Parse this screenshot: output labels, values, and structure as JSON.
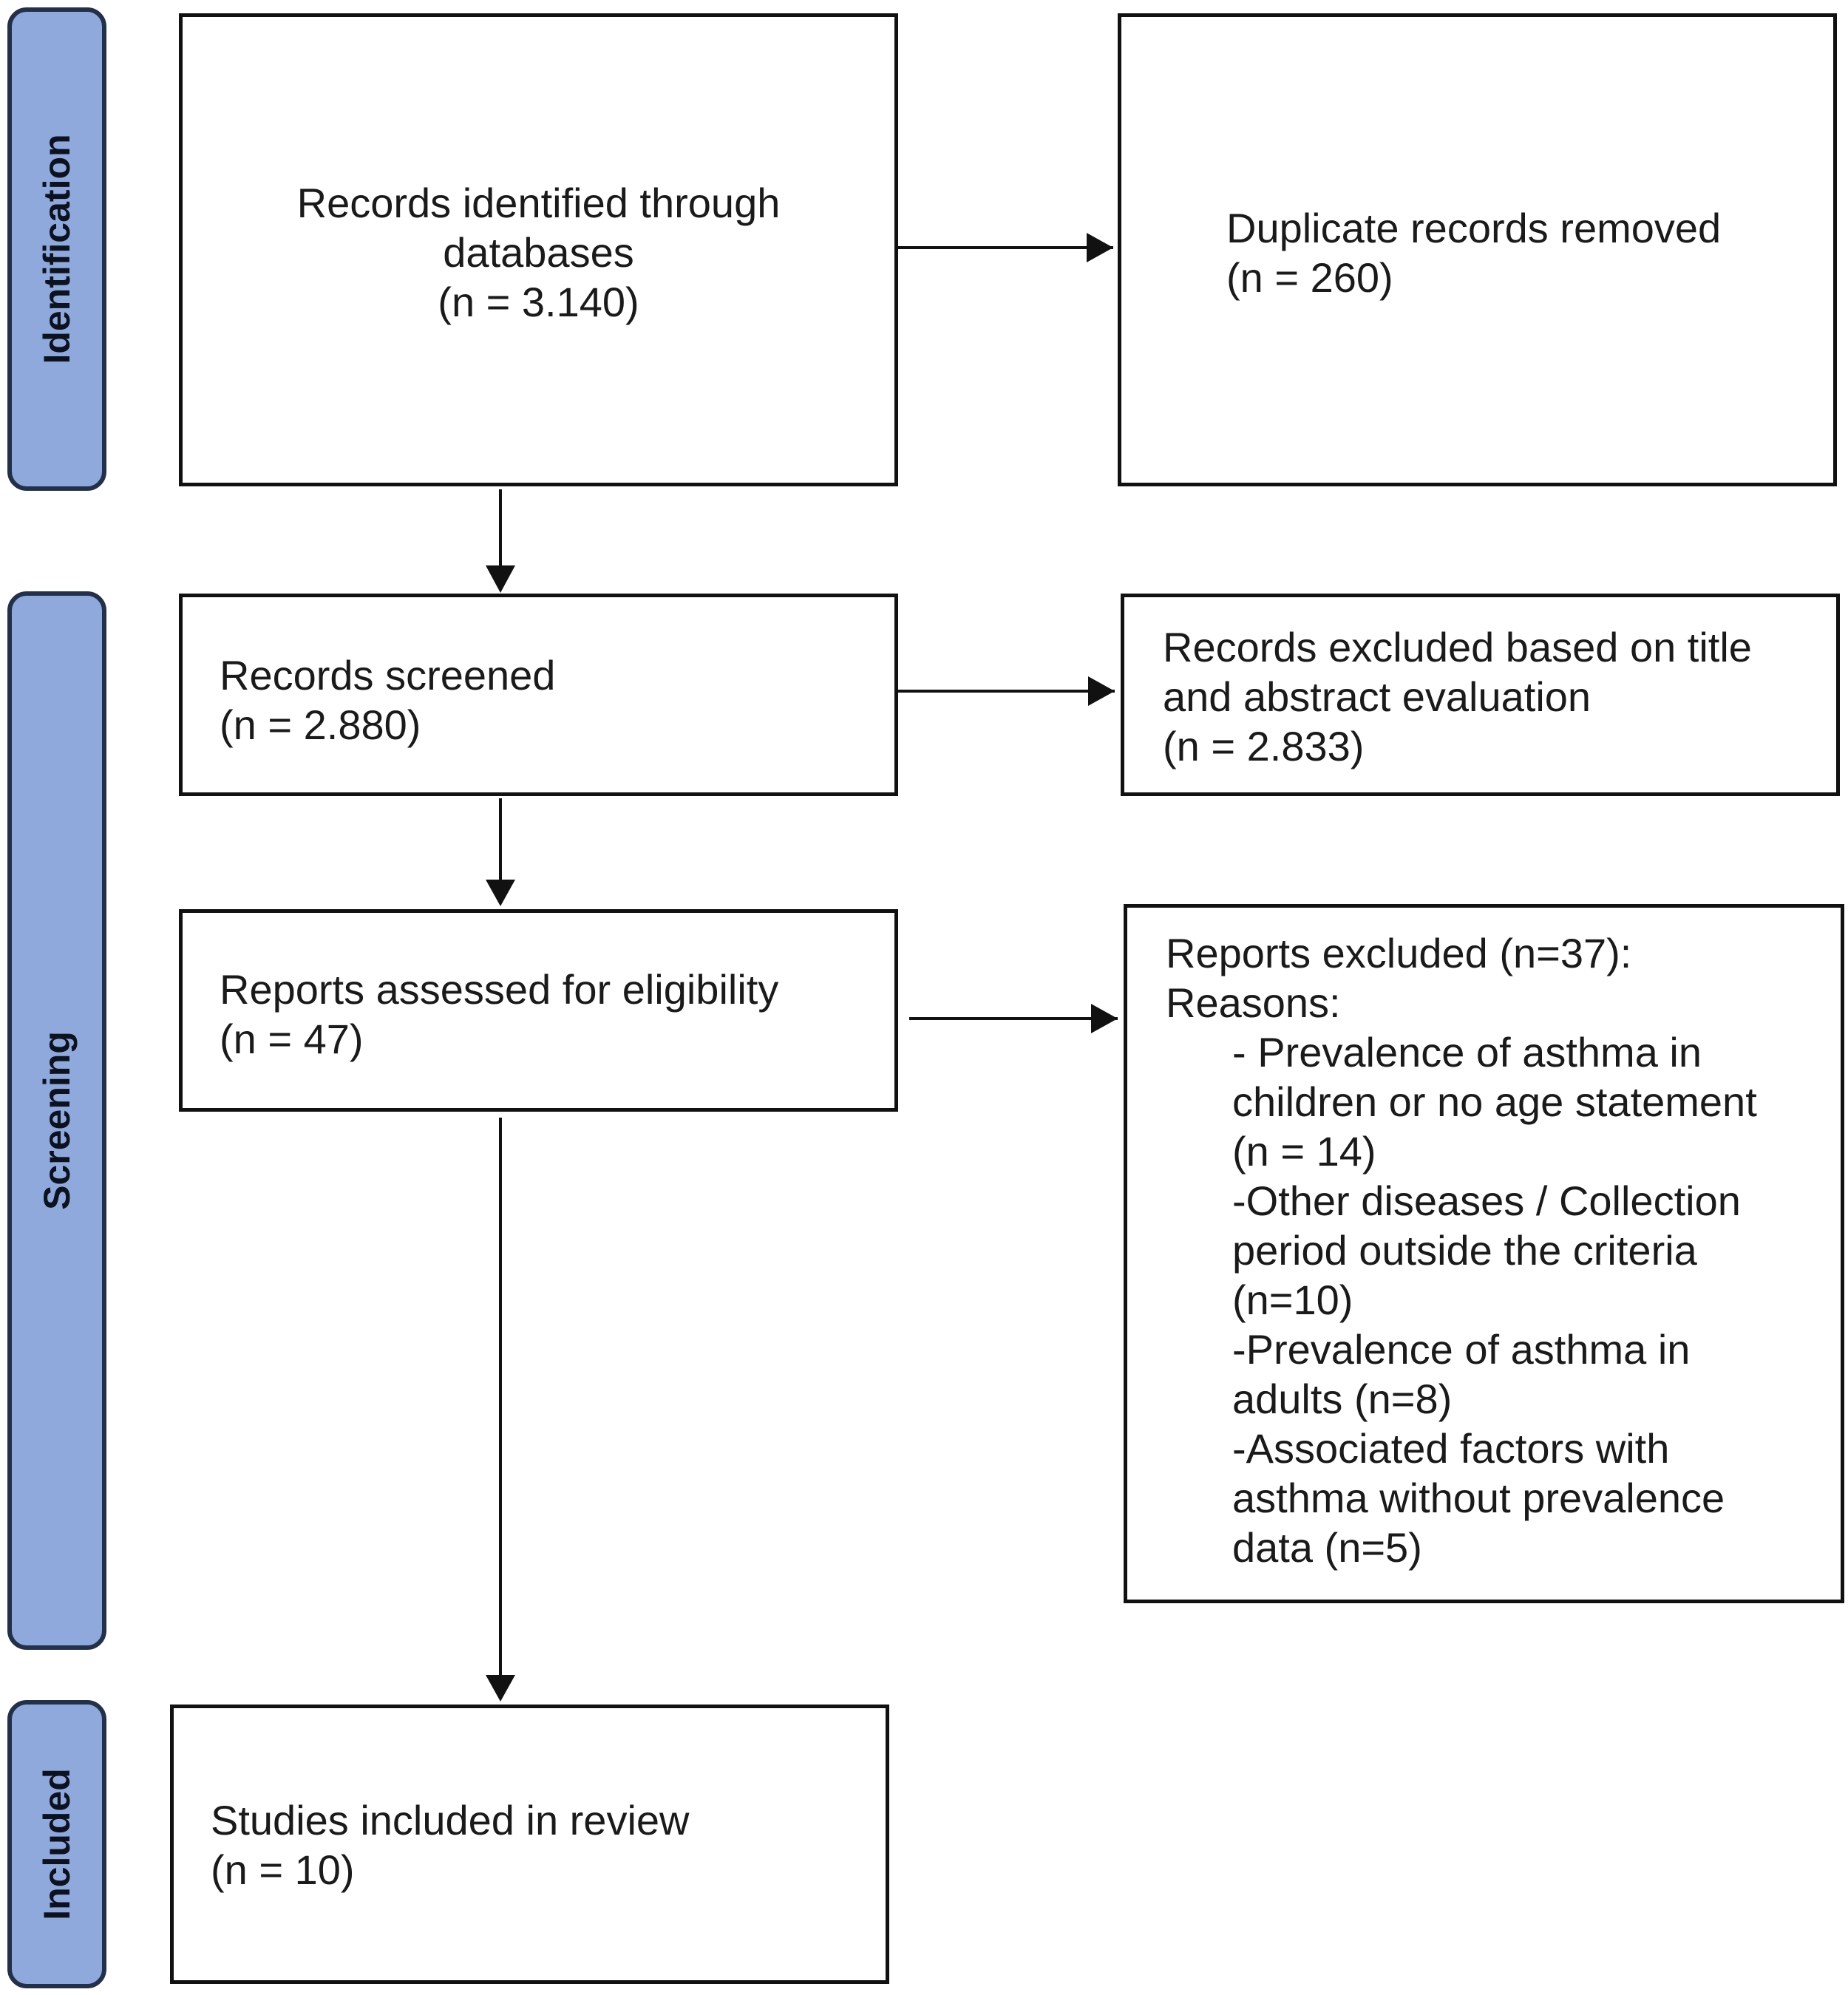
{
  "phases": {
    "identification": "Identification",
    "screening": "Screening",
    "included": "Included"
  },
  "boxes": {
    "identified": {
      "lines": [
        "Records identified through",
        "databases",
        "(n = 3.140)"
      ]
    },
    "duplicates": {
      "lines": [
        "Duplicate records removed",
        "(n = 260)"
      ]
    },
    "screened": {
      "lines": [
        "Records screened",
        "(n = 2.880)"
      ]
    },
    "excluded_title": {
      "lines": [
        "Records excluded based on title",
        "and abstract evaluation",
        "(n = 2.833)"
      ]
    },
    "assessed": {
      "lines": [
        "Reports assessed for eligibility",
        "(n = 47)"
      ]
    },
    "reports_excluded": {
      "header": [
        "Reports excluded (n=37):",
        "Reasons:"
      ],
      "reasons": [
        [
          "- Prevalence of asthma in",
          "children or no age statement",
          "(n = 14)"
        ],
        [
          "-Other diseases / Collection",
          "period outside the criteria",
          "(n=10)"
        ],
        [
          "-Prevalence of asthma in",
          "adults (n=8)"
        ],
        [
          "-Associated factors with",
          "asthma without prevalence",
          "data (n=5)"
        ]
      ]
    },
    "included": {
      "lines": [
        "Studies included in review",
        "(n = 10)"
      ]
    }
  }
}
